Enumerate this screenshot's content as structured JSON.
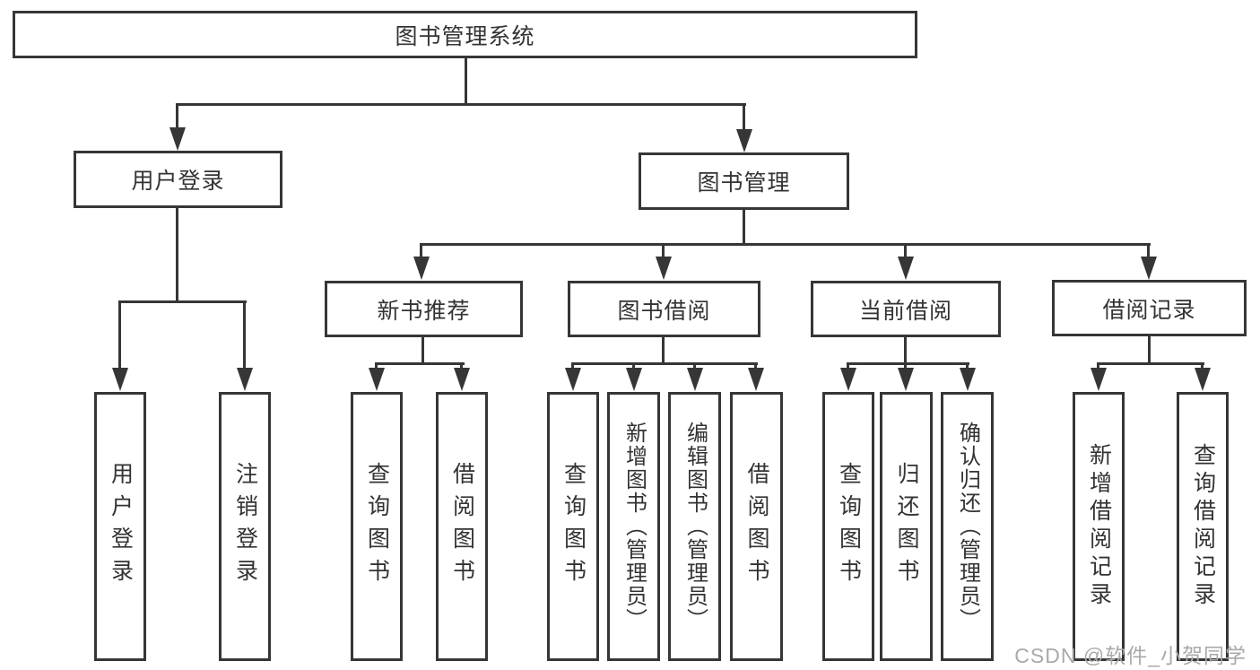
{
  "diagram": {
    "type": "hierarchy-tree",
    "title": "图书管理系统"
  },
  "nodes": {
    "root": {
      "label": "图书管理系统"
    },
    "user_login": {
      "label": "用户登录"
    },
    "book_mgmt": {
      "label": "图书管理"
    },
    "new_book_rec": {
      "label": "新书推荐"
    },
    "book_borrow": {
      "label": "图书借阅"
    },
    "current_borrow": {
      "label": "当前借阅"
    },
    "borrow_records": {
      "label": "借阅记录"
    }
  },
  "leaves": {
    "user_login": {
      "label": "用户登录",
      "parent": "用户登录"
    },
    "logout": {
      "label": "注销登录",
      "parent": "用户登录"
    },
    "nbr_query": {
      "label": "查询图书",
      "parent": "新书推荐"
    },
    "nbr_borrow": {
      "label": "借阅图书",
      "parent": "新书推荐"
    },
    "bb_query": {
      "label": "查询图书",
      "parent": "图书借阅"
    },
    "bb_add": {
      "label": "新增图书（管理员）",
      "parent": "图书借阅"
    },
    "bb_edit": {
      "label": "编辑图书（管理员）",
      "parent": "图书借阅"
    },
    "bb_borrow": {
      "label": "借阅图书",
      "parent": "图书借阅"
    },
    "cb_query": {
      "label": "查询图书",
      "parent": "当前借阅"
    },
    "cb_return": {
      "label": "归还图书",
      "parent": "当前借阅"
    },
    "cb_confirm": {
      "label": "确认归还（管理员）",
      "parent": "当前借阅"
    },
    "br_add": {
      "label": "新增借阅记录",
      "parent": "借阅记录"
    },
    "br_query": {
      "label": "查询借阅记录",
      "parent": "借阅记录"
    }
  },
  "watermark": "CSDN @软件_小贺同学",
  "colors": {
    "line": "#363636",
    "text": "#333333",
    "background": "#ffffff",
    "watermark": "#a9a9a9"
  }
}
